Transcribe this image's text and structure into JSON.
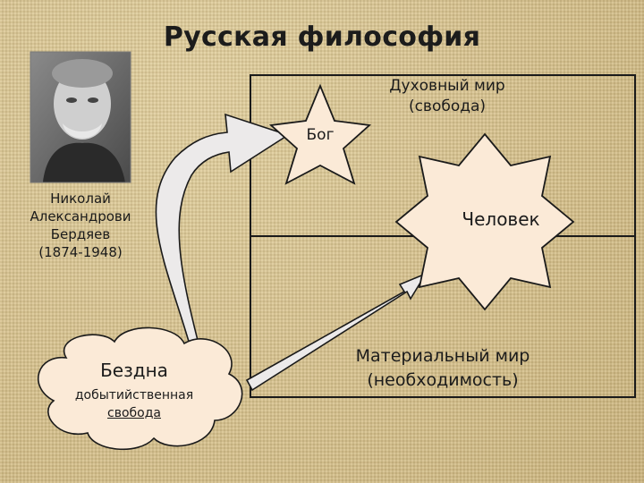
{
  "slide": {
    "title": "Русская философия"
  },
  "person": {
    "name_line1": "Николай",
    "name_line2": "Александрови",
    "name_line3": "Бердяев",
    "years": "(1874-1948)",
    "portrait_icon": "portrait-photo"
  },
  "diagram": {
    "god": "Бог",
    "spiritual_world_line1": "Духовный мир",
    "spiritual_world_line2": "(свобода)",
    "human": "Человек",
    "material_world_line1": "Материальный мир",
    "material_world_line2": "(необходимость)",
    "abyss_title": "Бездна",
    "abyss_sub_line1": "добытийственная",
    "abyss_sub_line2": "свобода"
  },
  "colors": {
    "background": "#d9c48f",
    "shape_fill": "#fbead7",
    "outline": "#1a1a1a",
    "arrow_fill": "#eceaea"
  }
}
